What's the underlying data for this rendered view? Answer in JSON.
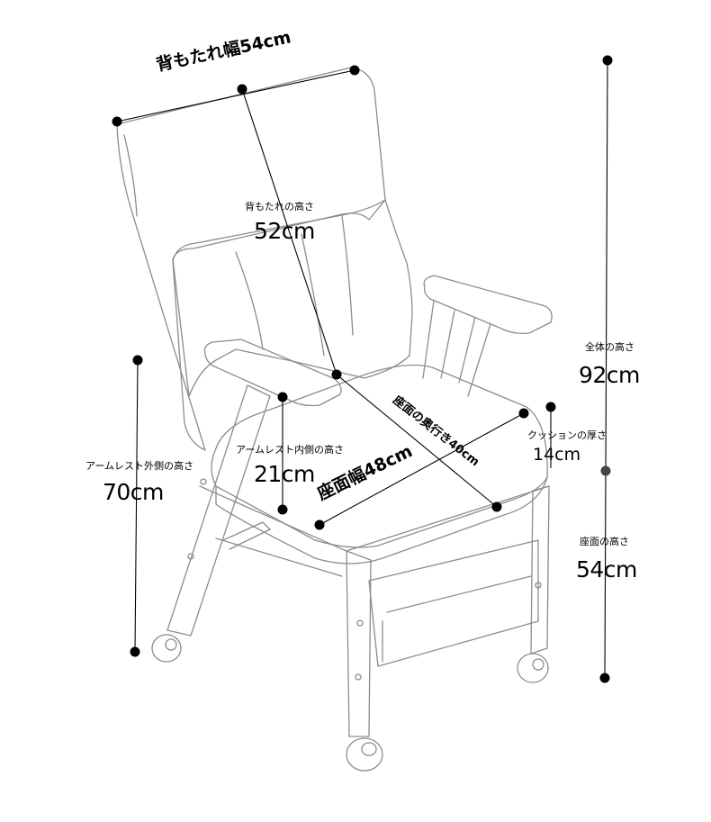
{
  "labels": {
    "backrest_width": "背もたれ幅54cm",
    "backrest_height_title": "背もたれの高さ",
    "backrest_height_value": "52cm",
    "overall_height_title": "全体の高さ",
    "overall_height_value": "92cm",
    "seat_depth": "座面の奥行き40cm",
    "cushion_title": "クッションの厚さ",
    "cushion_value": "14cm",
    "arm_outer_title": "アームレスト外側の高さ",
    "arm_outer_value": "70cm",
    "arm_inner_title": "アームレスト内側の高さ",
    "arm_inner_value": "21cm",
    "seat_width": "座面幅48cm",
    "seat_height_title": "座面の高さ",
    "seat_height_value": "54cm"
  },
  "colors": {
    "ink": "#000000",
    "outline": "#8c8c8c",
    "dot": "#000000"
  }
}
